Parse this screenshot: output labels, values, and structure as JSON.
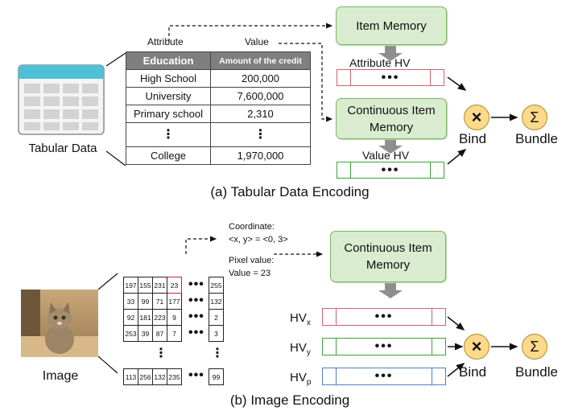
{
  "tabular": {
    "icon_label": "Tabular Data",
    "attribute_label": "Attribute",
    "value_label": "Value",
    "header": [
      "Education",
      "Amount of the credit"
    ],
    "rows": [
      [
        "High School",
        "200,000"
      ],
      [
        "University",
        "7,600,000"
      ],
      [
        "Primary school",
        "2,310"
      ],
      [
        "College",
        "1,970,000"
      ]
    ],
    "item_memory": "Item Memory",
    "attribute_hv": "Attribute HV",
    "continuous_memory": "Continuous Item Memory",
    "value_hv": "Value HV",
    "bind": "Bind",
    "bundle": "Bundle",
    "caption": "(a) Tabular Data Encoding"
  },
  "image": {
    "label": "Image",
    "coordinate_label": "Coordinate:",
    "coordinate_value": "<x, y> = <0, 3>",
    "pixel_label": "Pixel value:",
    "pixel_value": "Value = 23",
    "continuous_memory": "Continuous Item Memory",
    "hv_labels": [
      {
        "base": "HV",
        "sub": "x"
      },
      {
        "base": "HV",
        "sub": "y"
      },
      {
        "base": "HV",
        "sub": "p"
      }
    ],
    "grid_rows": [
      [
        "197",
        "155",
        "231",
        "23",
        "255"
      ],
      [
        "33",
        "99",
        "71",
        "177",
        "132"
      ],
      [
        "92",
        "181",
        "223",
        "9",
        "2"
      ],
      [
        "253",
        "39",
        "87",
        "7",
        "3"
      ]
    ],
    "grid_last_row": [
      "113",
      "256",
      "132",
      "235",
      "99"
    ],
    "bind": "Bind",
    "bundle": "Bundle",
    "caption": "(b) Image Encoding"
  },
  "symbols": {
    "dots": "•••",
    "bind_symbol": "×",
    "bundle_symbol": "Σ",
    "vertical_dots": "⋮",
    "horizontal_dots": "•••"
  },
  "colors": {
    "memory_fill": "#d9ecd0",
    "hv_red": "#c9646c",
    "hv_green": "#3aa33a",
    "hv_blue": "#4a7fc9",
    "op_fill": "#fdd98a",
    "table_header": "#7f7f7f",
    "icon_header": "#4fc1d6"
  }
}
